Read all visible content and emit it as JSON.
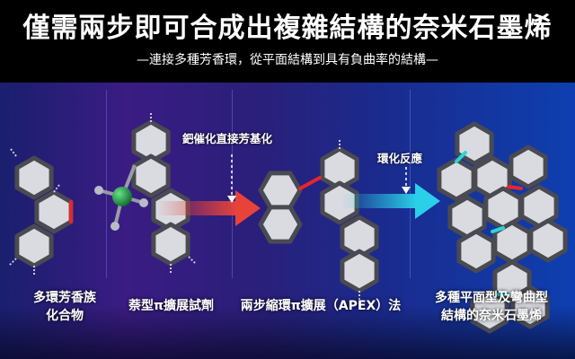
{
  "header": {
    "title": "僅需兩步即可合成出複雜結構的奈米石墨烯",
    "subtitle": "—連接多種芳香環，從平面結構到具有負曲率的結構—"
  },
  "steps": {
    "step1": "鈀催化直接芳基化",
    "step2": "環化反應"
  },
  "captions": {
    "c1_line1": "多環芳香族",
    "c1_line2": "化合物",
    "c2": "萘型π擴展試劑",
    "c3": "兩步縮環π擴展（APEX）法",
    "c4_line1": "多種平面型及彎曲型",
    "c4_line2": "結構的奈米石墨烯"
  },
  "colors": {
    "arrow_step1": "#e8433a",
    "arrow_step2": "#2ad0e8",
    "bond_highlight_red": "#e8252a",
    "bond_highlight_cyan": "#2ad6d6",
    "ring_frame": "#4a4a52",
    "ring_fill": "#d9dbe0"
  }
}
